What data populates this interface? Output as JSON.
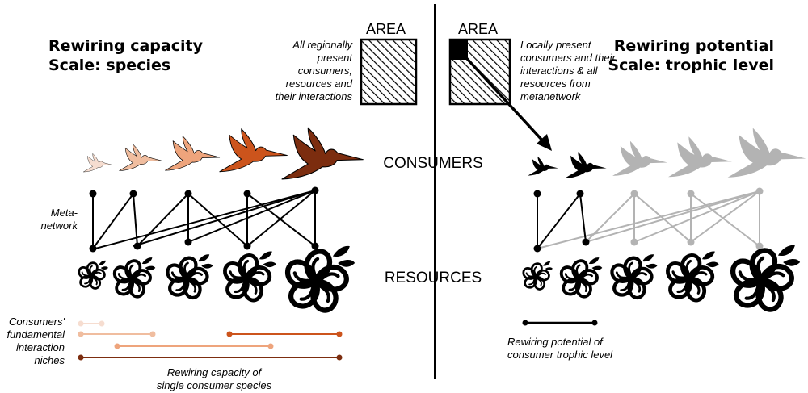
{
  "left": {
    "title_line1": "Rewiring capacity",
    "title_line2": "Scale: species",
    "area_label": "AREA",
    "area_caption": [
      "All regionally",
      "present",
      "consumers,",
      "resources and",
      "their interactions"
    ],
    "metanetwork_label": [
      "Meta-",
      "network"
    ],
    "niches_label": [
      "Consumers'",
      "fundamental",
      "interaction",
      "niches"
    ],
    "rewiring_caption": [
      "Rewiring capacity of",
      "single consumer species"
    ]
  },
  "right": {
    "title_line1": "Rewiring potential",
    "title_line2": "Scale: trophic level",
    "area_label": "AREA",
    "area_caption": [
      "Locally present",
      "consumers and their",
      "interactions & all",
      "resources from",
      "metanetwork"
    ],
    "rewiring_caption": [
      "Rewiring potential of",
      "consumer trophic level"
    ]
  },
  "center": {
    "consumers_label": "CONSUMERS",
    "resources_label": "RESOURCES"
  },
  "colors": {
    "consumer_shades": [
      "#f6ddd0",
      "#f0bd9f",
      "#eea47c",
      "#cc541c",
      "#7c2d0f"
    ],
    "inactive_gray": "#b3b3b3",
    "line_black": "#000000"
  }
}
